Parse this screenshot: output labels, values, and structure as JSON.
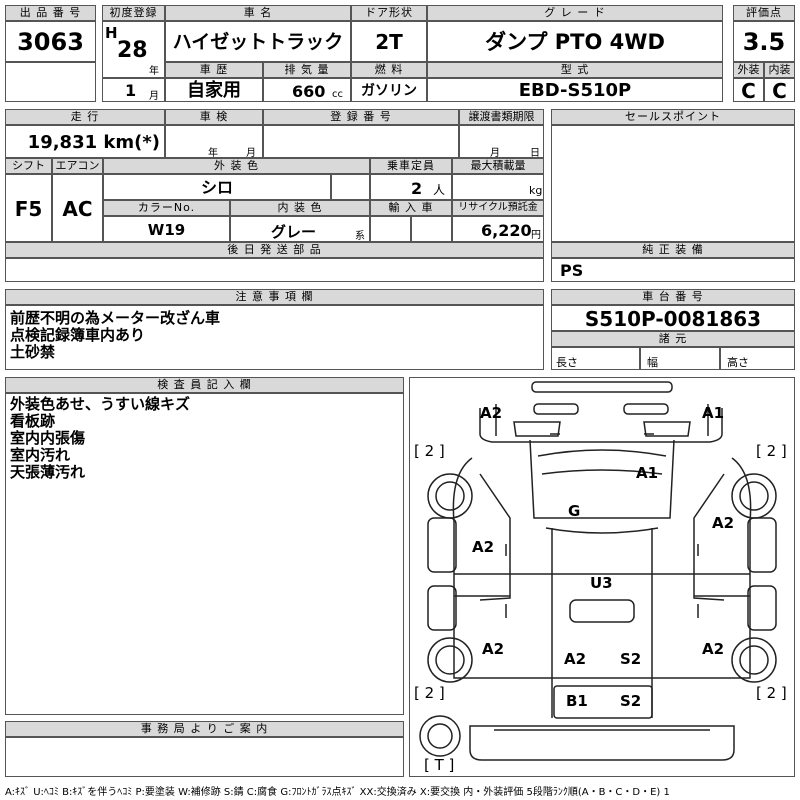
{
  "header": {
    "lot_no_label": "出 品 番 号",
    "lot_no": "3063",
    "first_reg_label": "初度登録",
    "era": "H",
    "year": "28",
    "year_unit": "年",
    "month": "1",
    "month_unit": "月",
    "car_name_label": "車 名",
    "car_name": "ハイゼットトラック",
    "door_label": "ドア形状",
    "door": "2T",
    "grade_label": "グ レ ー ド",
    "grade": "ダンプ PTO 4WD",
    "score_label": "評価点",
    "score": "3.5",
    "history_label": "車 歴",
    "history": "自家用",
    "displacement_label": "排 気 量",
    "displacement": "660",
    "displacement_unit": "cc",
    "fuel_label": "燃 料",
    "fuel": "ガソリン",
    "model_label": "型 式",
    "model": "EBD-S510P",
    "exterior_label": "外装",
    "exterior": "C",
    "interior_label": "内装",
    "interior": "C"
  },
  "row2": {
    "mileage_label": "走 行",
    "mileage": "19,831 km(*)",
    "inspection_label": "車 検",
    "inspection_year": "年",
    "inspection_month": "月",
    "reg_no_label": "登 録 番 号",
    "transfer_label": "譲渡書類期限",
    "transfer_month": "月",
    "transfer_day": "日",
    "sales_point_label": "セールスポイント",
    "shift_label": "シフト",
    "shift": "F5",
    "ac_label": "エアコン",
    "ac": "AC",
    "ext_color_label": "外 装 色",
    "ext_color": "シロ",
    "capacity_label": "乗車定員",
    "capacity": "2",
    "capacity_unit": "人",
    "max_load_label": "最大積載量",
    "max_load_unit": "kg",
    "color_no_label": "カラーNo.",
    "color_no": "W19",
    "int_color_label": "内 装 色",
    "int_color": "グレー",
    "int_color_unit": "系",
    "import_label": "輸 入 車",
    "recycle_label": "リサイクル預託金",
    "recycle": "6,220",
    "recycle_unit": "円",
    "later_parts_label": "後 日 発 送 部 品",
    "equipment_label": "純 正 装 備",
    "equipment": "PS"
  },
  "notes": {
    "caution_label": "注 意 事 項 欄",
    "caution_lines": [
      "前歴不明の為メーター改ざん車",
      "点検記録簿車内あり",
      "土砂禁"
    ],
    "chassis_label": "車 台 番 号",
    "chassis": "S510P-0081863",
    "specs_label": "諸 元",
    "length_label": "長さ",
    "width_label": "幅",
    "height_label": "高さ"
  },
  "inspector": {
    "label": "検 査 員 記 入 欄",
    "lines": [
      "外装色あせ、うすい線キズ",
      "看板跡",
      "室内内張傷",
      "室内汚れ",
      "天張薄汚れ"
    ]
  },
  "office": {
    "label": "事 務 局 よ り ご 案 内"
  },
  "diagram": {
    "marks": [
      "A2",
      "A1",
      "A1",
      "G",
      "A2",
      "A2",
      "U3",
      "A2",
      "A2",
      "A2",
      "S2",
      "B1",
      "S2"
    ],
    "brackets": [
      "[ 2 ]",
      "[ 2 ]",
      "[ 2 ]",
      "[ 2 ]",
      "[ T ]"
    ]
  },
  "footer": "A:ｷｽﾞ  U:ﾍｺﾐ  B:ｷｽﾞを伴うﾍｺﾐ  P:要塗装  W:補修跡  S:錆  C:腐食  G:ﾌﾛﾝﾄｶﾞﾗｽ点ｷｽﾞ  XX:交換済み  X:要交換   内・外装評価  5段階ﾗﾝｸ順(A・B・C・D・E) 1"
}
